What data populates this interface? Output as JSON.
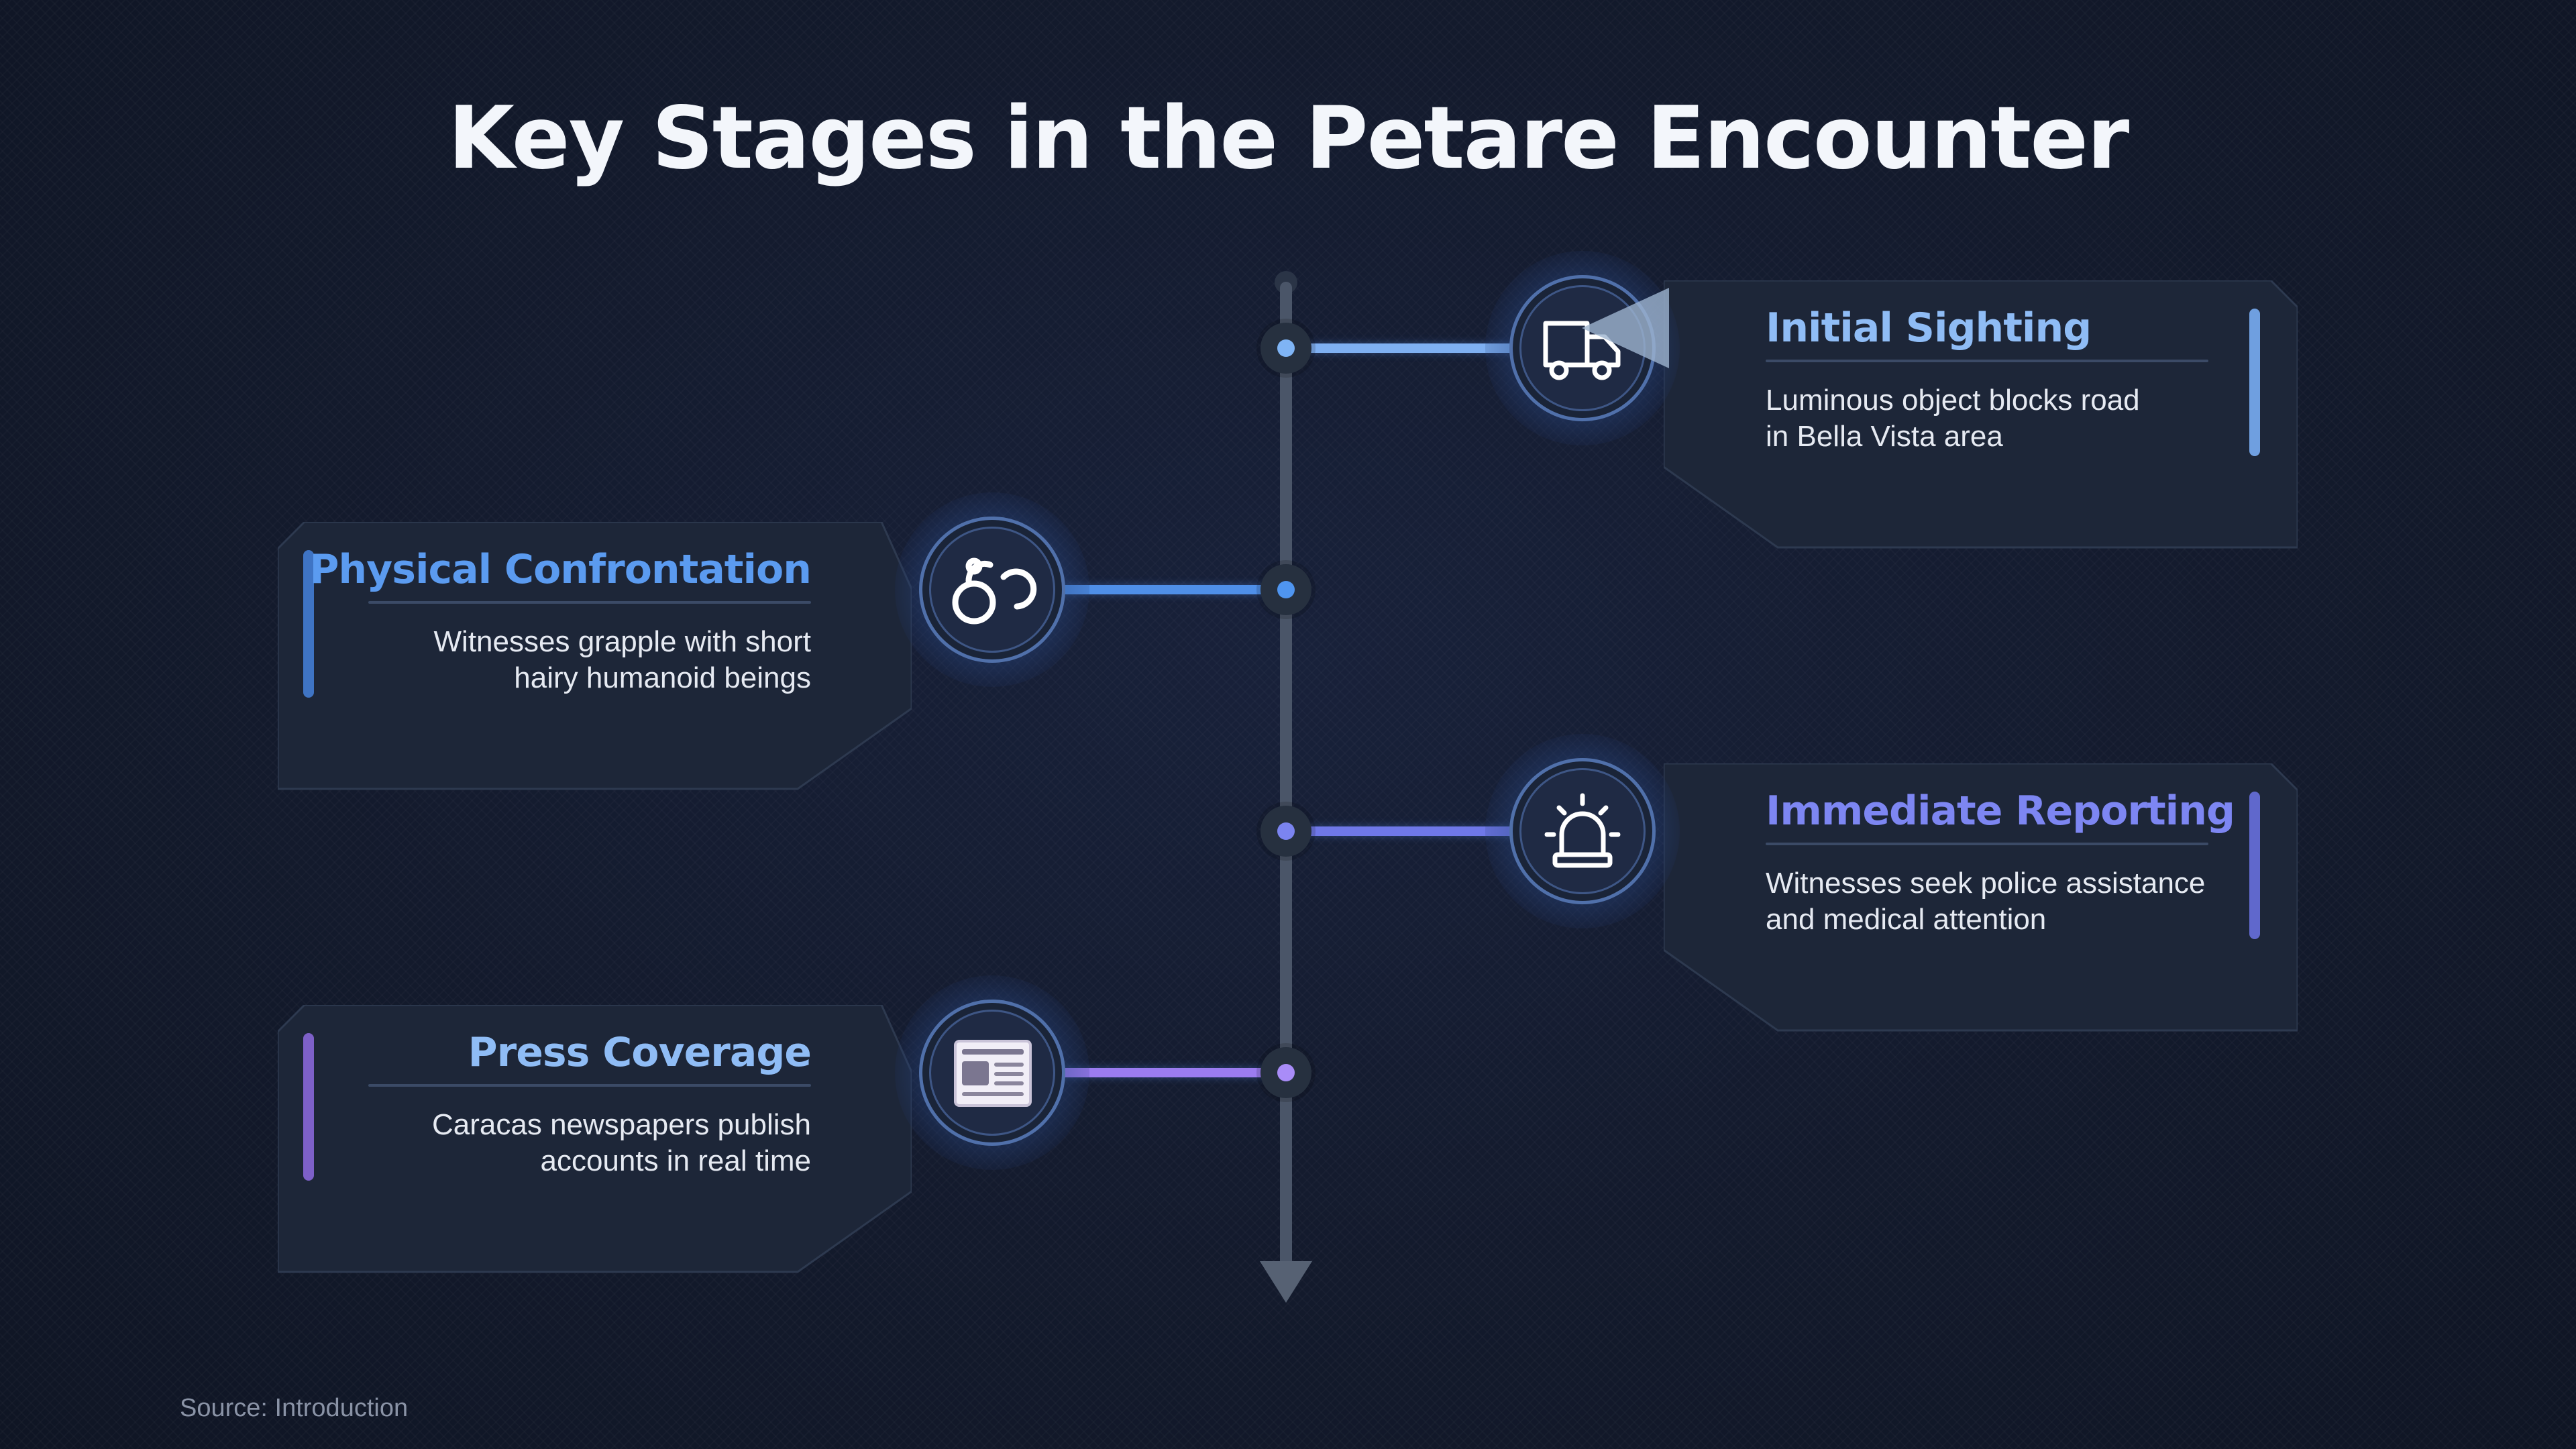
{
  "title": "Key Stages in the Petare Encounter",
  "source": "Source: Introduction",
  "stages": [
    {
      "title": "Initial Sighting",
      "line1": "Luminous object blocks road",
      "line2": "in Bella Vista area",
      "icon": "truck-icon",
      "color": "#8fbcf5",
      "side": "right"
    },
    {
      "title": "Physical Confrontation",
      "line1": "Witnesses grapple with short",
      "line2": "hairy humanoid beings",
      "icon": "handcuffs-icon",
      "color": "#5b9bf0",
      "side": "left"
    },
    {
      "title": "Immediate Reporting",
      "line1": "Witnesses seek police assistance",
      "line2": "and medical attention",
      "icon": "siren-icon",
      "color": "#7d86f2",
      "side": "right"
    },
    {
      "title": "Press Coverage",
      "line1": "Caracas newspapers publish",
      "line2": "accounts in real time",
      "icon": "newspaper-icon",
      "color": "#9b8cf5",
      "side": "left"
    }
  ]
}
